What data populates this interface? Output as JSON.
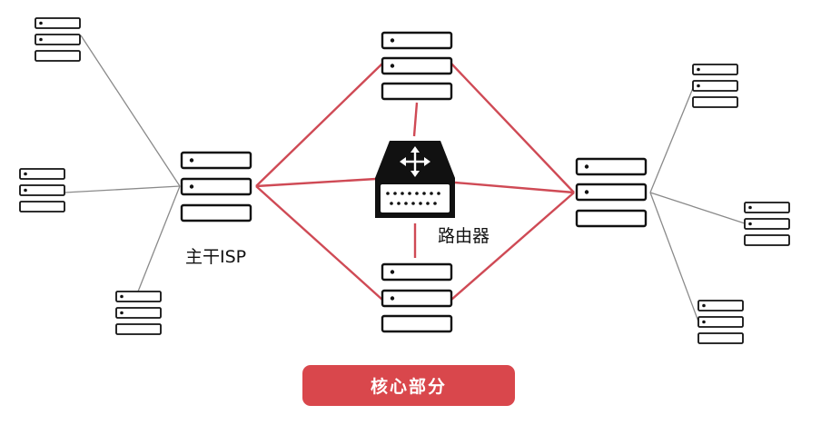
{
  "colors": {
    "link_core": "#cf4a55",
    "link_edge": "#8a8a8a",
    "server_stroke": "#111111",
    "router_fill": "#111111",
    "button_bg": "#d9474c"
  },
  "labels": {
    "backbone_isp": "主干ISP",
    "router": "路由器"
  },
  "core_button": {
    "label": "核心部分"
  }
}
